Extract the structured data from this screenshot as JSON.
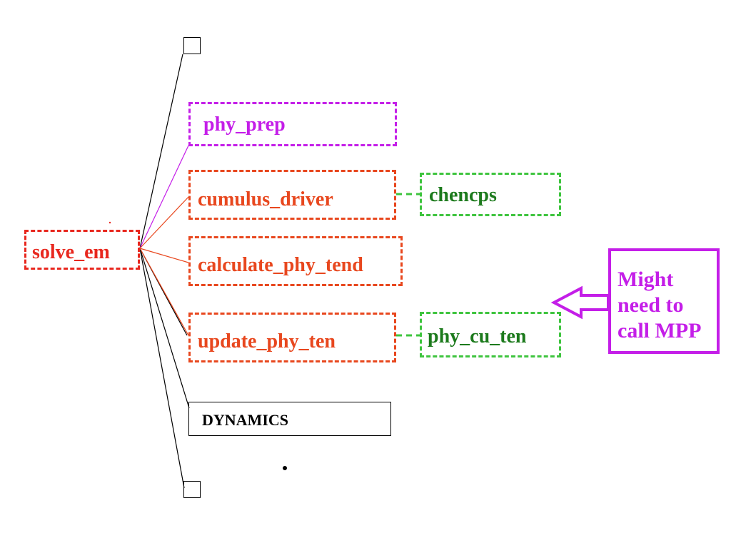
{
  "nodes": {
    "solve_em": "solve_em",
    "phy_prep": "phy_prep",
    "cumulus_driver": "cumulus_driver",
    "chencps": "chencps",
    "calculate_phy_tend": "calculate_phy_tend",
    "update_phy_ten": "update_phy_ten",
    "phy_cu_ten": "phy_cu_ten",
    "dynamics": "DYNAMICS"
  },
  "note": {
    "line1": "Might",
    "line2": "need to",
    "line3": "call MPP"
  },
  "colors": {
    "red": "#e8271e",
    "orange": "#e8471e",
    "magenta": "#c41ee8",
    "green_border": "#3ec43e",
    "green_text": "#1c7a1c",
    "black": "#000000"
  }
}
